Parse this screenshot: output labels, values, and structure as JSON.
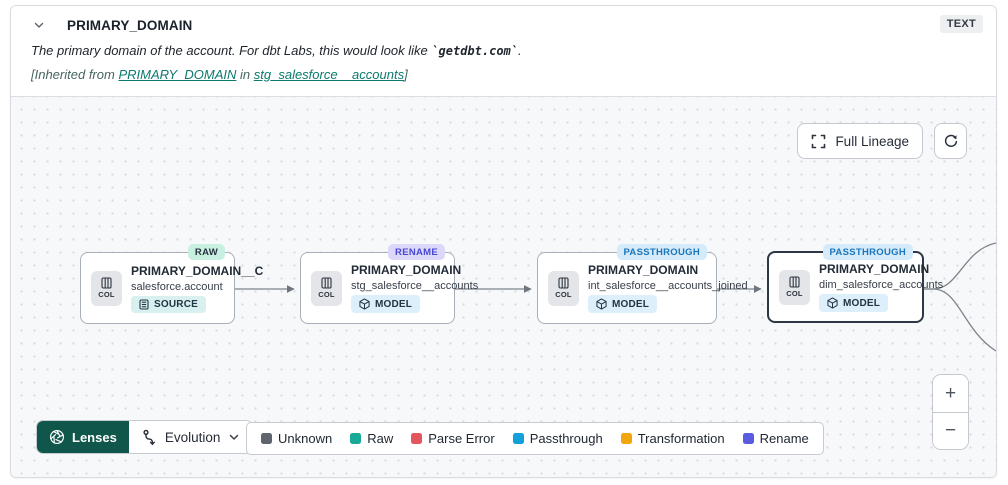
{
  "header": {
    "title": "PRIMARY_DOMAIN",
    "type_badge": "TEXT",
    "description_prefix": "The primary domain of the account. For dbt Labs, this would look like ",
    "description_code": "`getdbt.com`",
    "description_suffix": ".",
    "inherited_prefix": "[Inherited from ",
    "inherited_link_column": "PRIMARY_DOMAIN",
    "inherited_middle": " in ",
    "inherited_link_model": "stg_salesforce__accounts",
    "inherited_suffix": "]"
  },
  "toolbar": {
    "full_lineage_label": "Full Lineage"
  },
  "canvas": {
    "col_chip_label": "COL",
    "nodes": [
      {
        "column": "PRIMARY_DOMAIN__C",
        "model": "salesforce.account",
        "resource_type": "SOURCE",
        "status": "RAW"
      },
      {
        "column": "PRIMARY_DOMAIN",
        "model": "stg_salesforce__accounts",
        "resource_type": "MODEL",
        "status": "RENAME"
      },
      {
        "column": "PRIMARY_DOMAIN",
        "model": "int_salesforce__accounts_joined",
        "resource_type": "MODEL",
        "status": "PASSTHROUGH"
      },
      {
        "column": "PRIMARY_DOMAIN",
        "model": "dim_salesforce_accounts",
        "resource_type": "MODEL",
        "status": "PASSTHROUGH"
      }
    ]
  },
  "footer": {
    "lenses_label": "Lenses",
    "lens_selected": "Evolution",
    "legend": [
      {
        "label": "Unknown",
        "color": "#60646c"
      },
      {
        "label": "Raw",
        "color": "#18a999"
      },
      {
        "label": "Parse Error",
        "color": "#e5555e"
      },
      {
        "label": "Passthrough",
        "color": "#12a0dc"
      },
      {
        "label": "Transformation",
        "color": "#f2a50d"
      },
      {
        "label": "Rename",
        "color": "#5a5be0"
      }
    ]
  },
  "zoom_controls": {
    "zoom_in": "+",
    "zoom_out": "−"
  },
  "colors": {
    "lenses_button": "#10564b",
    "link": "#0c7a6d",
    "status_raw_bg": "#c8f0e0",
    "status_rename_bg": "#dbd8f9",
    "status_rename_text": "#4a47d2",
    "status_passthrough_bg": "#d5ebfa",
    "status_passthrough_text": "#1b76bb",
    "source_badge_bg": "#d9f0f0",
    "model_badge_bg": "#ddeffa"
  }
}
